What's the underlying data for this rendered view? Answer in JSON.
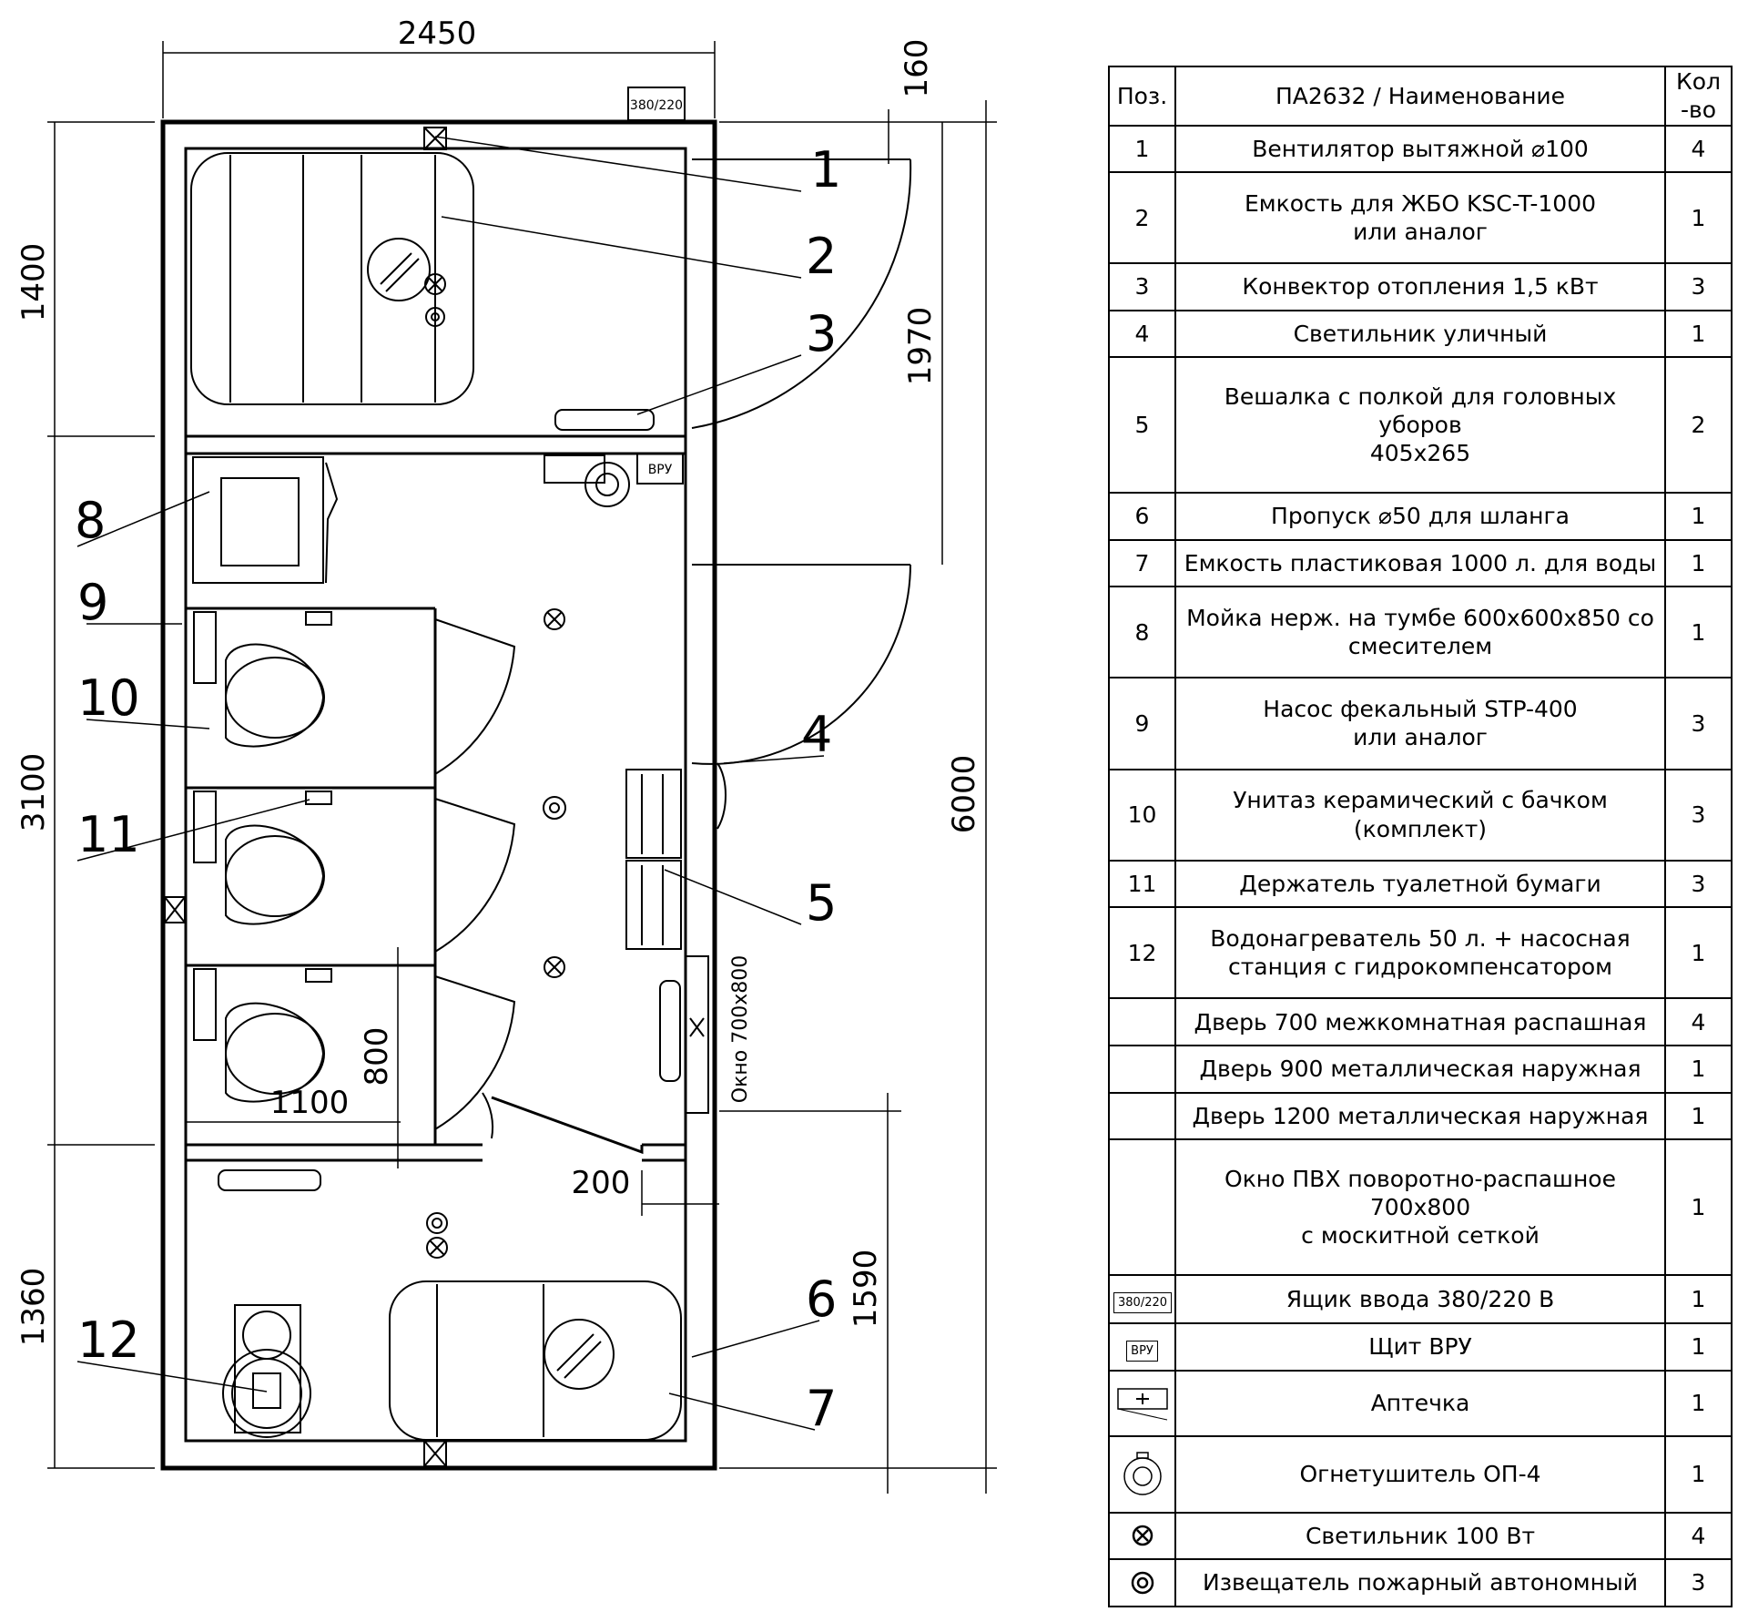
{
  "plan": {
    "dimensions": {
      "overall_width": "2450",
      "right_offset": "160",
      "section_top": "1400",
      "section_middle": "3100",
      "section_bottom": "1360",
      "overall_length": "6000",
      "door_to_door": "1970",
      "right_lower": "1590",
      "cabin_width": "1100",
      "cabin_depth": "800",
      "partition": "200"
    },
    "window_label": "Окно 700х800",
    "power_box_label": "380/220",
    "vru_label": "ВРУ",
    "callouts": [
      "1",
      "2",
      "3",
      "4",
      "5",
      "6",
      "7",
      "8",
      "9",
      "10",
      "11",
      "12"
    ]
  },
  "spec": {
    "headers": {
      "pos": "Поз.",
      "name": "ПА2632 / Наименование",
      "qty_line1": "Кол",
      "qty_line2": "-во"
    },
    "rows": [
      {
        "pos": "1",
        "name": "Вентилятор вытяжной ⌀100",
        "qty": "4"
      },
      {
        "pos": "2",
        "name": "Емкость для ЖБО KSC-T-1000\nили аналог",
        "qty": "1"
      },
      {
        "pos": "3",
        "name": "Конвектор отопления 1,5 кВт",
        "qty": "3"
      },
      {
        "pos": "4",
        "name": "Светильник уличный",
        "qty": "1"
      },
      {
        "pos": "5",
        "name": "Вешалка с полкой для головных уборов\n405х265",
        "qty": "2"
      },
      {
        "pos": "6",
        "name": "Пропуск ⌀50 для шланга",
        "qty": "1"
      },
      {
        "pos": "7",
        "name": "Емкость пластиковая 1000 л. для воды",
        "qty": "1"
      },
      {
        "pos": "8",
        "name": "Мойка нерж. на тумбе 600х600х850 со\nсмесителем",
        "qty": "1"
      },
      {
        "pos": "9",
        "name": "Насос фекальный STP-400\nили аналог",
        "qty": "3"
      },
      {
        "pos": "10",
        "name": "Унитаз керамический с бачком (комплект)",
        "qty": "3"
      },
      {
        "pos": "11",
        "name": "Держатель туалетной бумаги",
        "qty": "3"
      },
      {
        "pos": "12",
        "name": "Водонагреватель 50 л. + насосная\nстанция с гидрокомпенсатором",
        "qty": "1"
      },
      {
        "pos": "",
        "name": "Дверь 700 межкомнатная распашная",
        "qty": "4"
      },
      {
        "pos": "",
        "name": "Дверь 900 металлическая наружная",
        "qty": "1"
      },
      {
        "pos": "",
        "name": "Дверь 1200 металлическая наружная",
        "qty": "1"
      },
      {
        "pos": "",
        "name": "Окно ПВХ поворотно-распашное 700х800\nс москитной сеткой",
        "qty": "1"
      },
      {
        "pos": "380/220",
        "name": "Ящик ввода 380/220 В",
        "qty": "1"
      },
      {
        "pos": "ВРУ",
        "name": "Щит ВРУ",
        "qty": "1"
      },
      {
        "pos": "",
        "name": "Аптечка",
        "qty": "1"
      },
      {
        "pos": "",
        "name": "Огнетушитель ОП-4",
        "qty": "1"
      },
      {
        "pos": "",
        "name": "Светильник 100 Вт",
        "qty": "4"
      },
      {
        "pos": "",
        "name": "Извещатель пожарный автономный",
        "qty": "3"
      }
    ],
    "row_symbols": [
      "",
      "",
      "",
      "",
      "",
      "",
      "",
      "",
      "",
      "",
      "",
      "",
      "",
      "",
      "",
      "",
      "power-box-icon",
      "vru-panel-icon",
      "first-aid-kit-icon",
      "fire-extinguisher-icon",
      "light-fixture-icon",
      "smoke-detector-icon"
    ]
  }
}
